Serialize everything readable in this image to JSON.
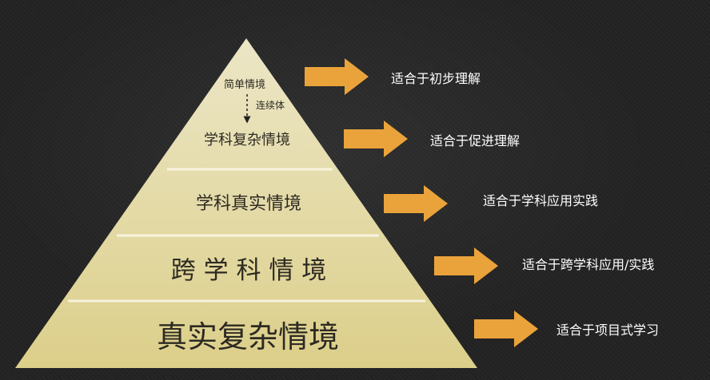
{
  "colors": {
    "background": "#222222",
    "tier_fill_top": "#e9e3bf",
    "tier_fill_bottom": "#ddd08e",
    "tier_divider": "#f6f2dc",
    "arrow": "#eaa33a",
    "text_light": "#ffffff"
  },
  "pyramid": {
    "top_label": "简单情境",
    "connector_label": "连续体",
    "tiers": [
      {
        "label": "学科复杂情境"
      },
      {
        "label": "学科真实情境"
      },
      {
        "label": "跨 学 科 情 境"
      },
      {
        "label": "真实复杂情境"
      }
    ]
  },
  "descriptions": [
    "适合于初步理解",
    "适合于促进理解",
    "适合于学科应用实践",
    "适合于跨学科应用/实践",
    "适合于项目式学习"
  ]
}
